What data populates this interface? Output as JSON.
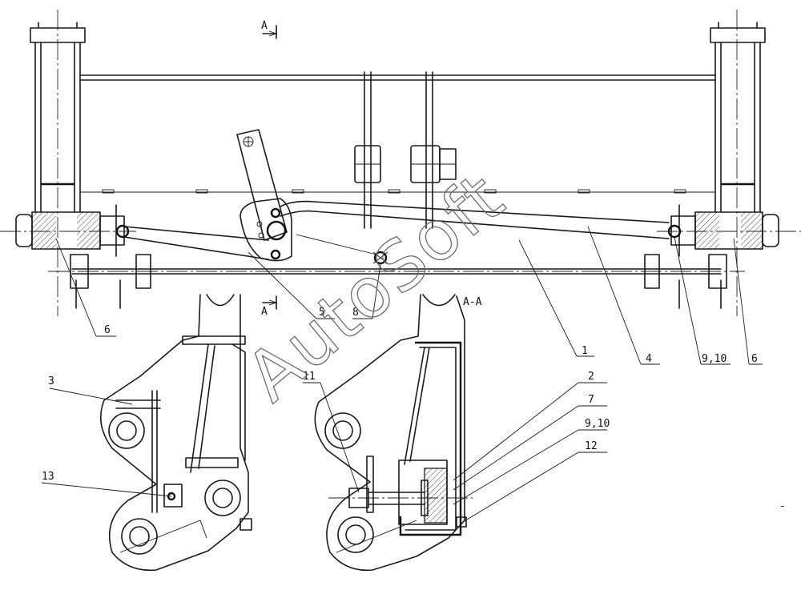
{
  "watermark": "AutoSoft",
  "section_marks": {
    "top": "A",
    "bottom": "A",
    "view": "A-A"
  },
  "callouts": {
    "c1": "1",
    "c2": "2",
    "c3": "3",
    "c4": "4",
    "c5": "5",
    "c6_left": "6",
    "c6_right": "6",
    "c7": "7",
    "c8": "8",
    "c910_top": "9,10",
    "c910_side": "9,10",
    "c11": "11",
    "c12": "12",
    "c13": "13"
  },
  "stray_mark": "-"
}
